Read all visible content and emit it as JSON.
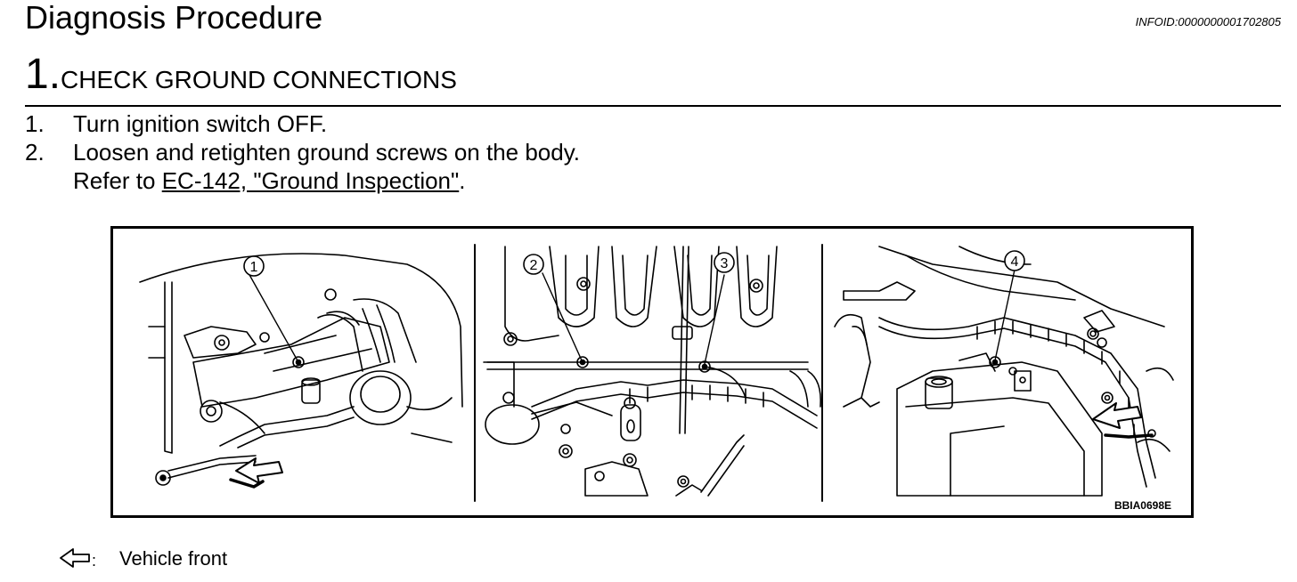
{
  "header": {
    "title": "Diagnosis Procedure",
    "info_id": "INFOID:0000000001702805"
  },
  "step": {
    "number": "1.",
    "title": "CHECK GROUND CONNECTIONS"
  },
  "instructions": [
    {
      "num": "1.",
      "text": "Turn ignition switch OFF."
    },
    {
      "num": "2.",
      "text": "Loosen and retighten ground screws on the body."
    }
  ],
  "refer": {
    "prefix": "Refer to ",
    "link_text": "EC-142, \"Ground Inspection\"",
    "suffix": "."
  },
  "figure": {
    "callouts": [
      "1",
      "2",
      "3",
      "4"
    ],
    "code": "BBIA0698E"
  },
  "legend": {
    "symbol": ":",
    "label": "Vehicle front"
  }
}
